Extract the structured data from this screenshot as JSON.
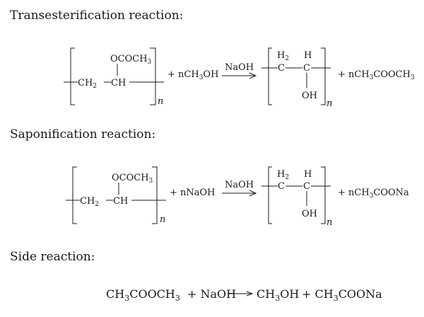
{
  "headings": {
    "trans": "Transesterification reaction:",
    "sapon": "Saponification reaction:",
    "side": "Side reaction:"
  },
  "reactant_polymer": {
    "pendant": "OCOCH",
    "pendant_sub": "3",
    "ch2": "CH",
    "ch2_sub": "2",
    "ch": "CH",
    "n": "n"
  },
  "product_polymer": {
    "h2": "H",
    "h2_sub": "2",
    "h": "H",
    "c1": "C",
    "c2": "C",
    "oh": "OH",
    "n": "n"
  },
  "trans": {
    "reagent": "+ nCH",
    "reagent_sub": "3",
    "reagent_end": "OH",
    "catalyst": "NaOH",
    "byproduct": "+ nCH",
    "byproduct_sub": "3",
    "byproduct_end": "COOCH",
    "byproduct_sub2": "3"
  },
  "sapon": {
    "reagent": "+ nNaOH",
    "catalyst": "NaOH",
    "byproduct": "+ nCH",
    "byproduct_sub": "3",
    "byproduct_end": "COONa"
  },
  "side": {
    "r1": "CH",
    "r1_s1": "3",
    "r1_mid": "COOCH",
    "r1_s2": "3",
    "plus1": "+ NaOH",
    "p1": "CH",
    "p1_s": "3",
    "p1_end": "OH",
    "plus2": "+ CH",
    "p2_s": "3",
    "p2_end": "COONa"
  }
}
